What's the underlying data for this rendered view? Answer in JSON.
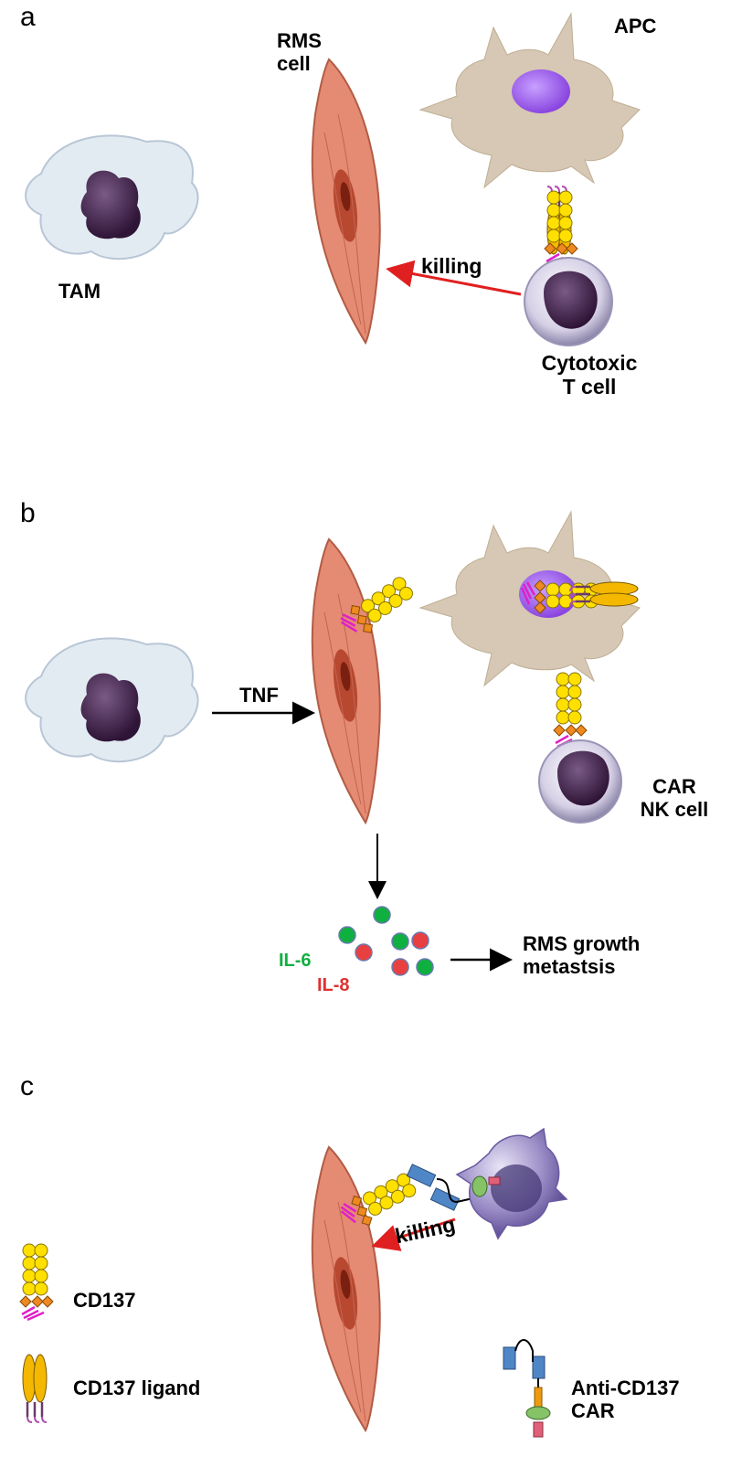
{
  "panels": {
    "a": {
      "letter": "a",
      "labels": {
        "rms_cell": [
          "RMS",
          "cell"
        ],
        "apc": "APC",
        "tam": "TAM",
        "killing": "killing",
        "cytotoxic_t_cell": [
          "Cytotoxic",
          "T cell"
        ]
      }
    },
    "b": {
      "letter": "b",
      "labels": {
        "tnf": "TNF",
        "car_nk_cell": [
          "CAR",
          "NK cell"
        ],
        "il6": "IL-6",
        "il8": "IL-8",
        "outcome": [
          "RMS growth",
          "metastsis"
        ]
      }
    },
    "c": {
      "letter": "c",
      "labels": {
        "killing": "killing"
      }
    }
  },
  "legend": {
    "cd137": "CD137",
    "cd137_ligand": "CD137 ligand",
    "car": [
      "Anti-CD137",
      "CAR"
    ]
  },
  "colors": {
    "rms_cell_fill": "#e58a73",
    "rms_cell_nucleus": "#b84830",
    "apc_fill": "#d6c8b4",
    "apc_nucleus": "#9a5ce0",
    "tcell_nucleus": "#4a2a52",
    "tcell_membrane": "#c9c3d8",
    "tam_cytoplasm": "#e3ebf2",
    "cd137_yellow": "#ffe000",
    "cd137_orange": "#ee8a20",
    "cd137_magenta": "#e020c8",
    "ligand_yellow": "#f4b800",
    "killing_arrow": "#e02020",
    "il6_green": "#10b040",
    "il8_red": "#e03030",
    "car_blue": "#4f86c6",
    "car_green": "#86c266",
    "car_pink": "#e0607a"
  }
}
